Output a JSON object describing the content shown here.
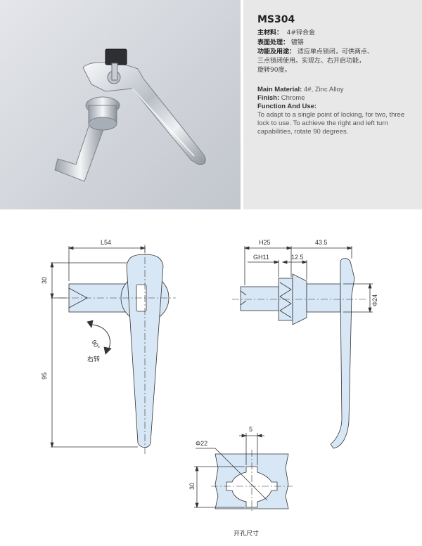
{
  "product": {
    "model": "MS304",
    "cn_material_label": "主材料：",
    "cn_material_value": "4#锌合金",
    "cn_finish_label": "表面处理：",
    "cn_finish_value": "镀铬",
    "cn_function_label": "功能及用途：",
    "cn_function_line1": "适应单点锁闭，可供两点、",
    "cn_function_line2": "三点锁闭使用。实现左、右开启功能，",
    "cn_function_line3": "旋转90度。",
    "en_material_label": "Main Material:",
    "en_material_value": "4#, Zinc Alloy",
    "en_finish_label": "Finish:",
    "en_finish_value": "Chrome",
    "en_function_label": "Function And Use:",
    "en_function_text": "To adapt to a single point of locking, for two, three lock to use. To achieve the right and left turn capabilities, rotate 90 degrees."
  },
  "drawing": {
    "dim_l54": "L54",
    "dim_30_top": "30",
    "dim_95": "95",
    "rotation_angle": "90°",
    "rotation_label": "右转",
    "dim_h25": "H25",
    "dim_43_5": "43.5",
    "dim_gh11": "GH11",
    "dim_12_5": "12.5",
    "dim_phi24": "Φ24",
    "dim_5": "5",
    "dim_phi22": "Φ22",
    "dim_30_cutout": "30",
    "cutout_caption": "开孔尺寸"
  },
  "colors": {
    "part_fill": "#d7e7f5",
    "line": "#333333",
    "photo_bg": "#cfd2d8",
    "spec_bg": "#e8e8e8"
  }
}
